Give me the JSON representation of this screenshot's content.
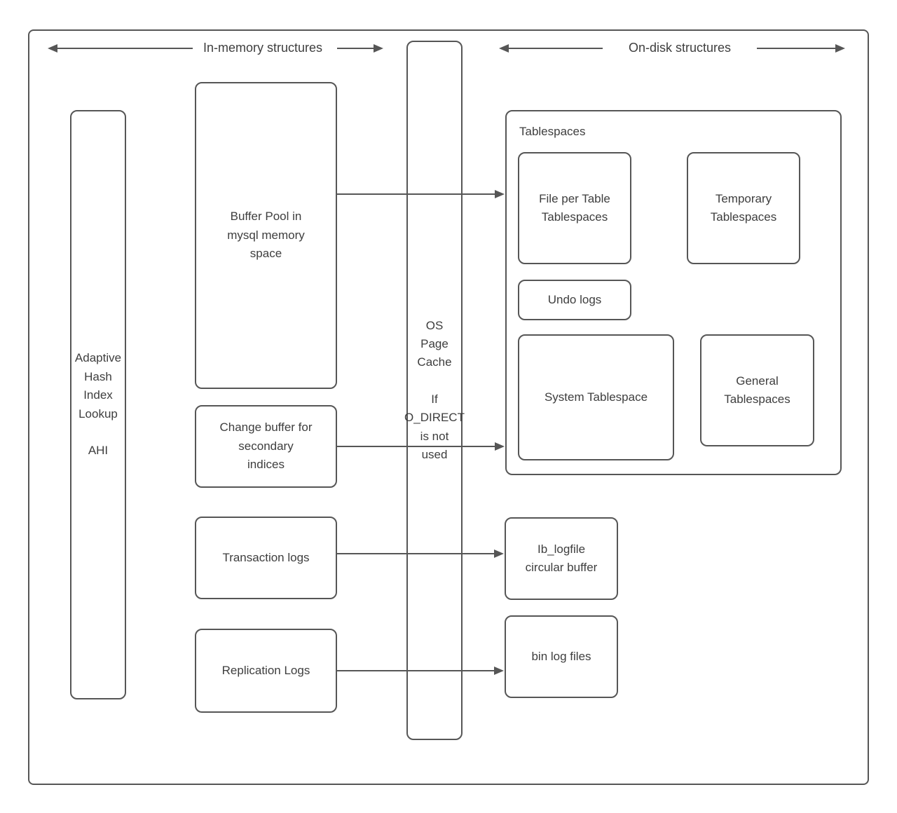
{
  "headers": {
    "in_memory": "In-memory structures",
    "on_disk": "On-disk structures"
  },
  "nodes": {
    "ahi": "Adaptive\nHash\nIndex\nLookup\n\nAHI",
    "buffer_pool": "Buffer Pool in\nmysql memory\nspace",
    "change_buffer": "Change buffer for\nsecondary\nindices",
    "transaction_logs": "Transaction logs",
    "replication_logs": "Replication Logs",
    "os_page_cache": "OS\nPage\nCache\n\nIf\nO_DIRECT\nis not\nused",
    "tablespaces_title": "Tablespaces",
    "file_per_table": "File per Table\nTablespaces",
    "temporary_tablespaces": "Temporary\nTablespaces",
    "undo_logs": "Undo logs",
    "system_tablespace": "System Tablespace",
    "general_tablespaces": "General\nTablespaces",
    "ib_logfile": "Ib_logfile\ncircular buffer",
    "bin_log_files": "bin log files"
  },
  "colors": {
    "stroke": "#565656",
    "text": "#3e3e3e",
    "background": "#ffffff"
  }
}
